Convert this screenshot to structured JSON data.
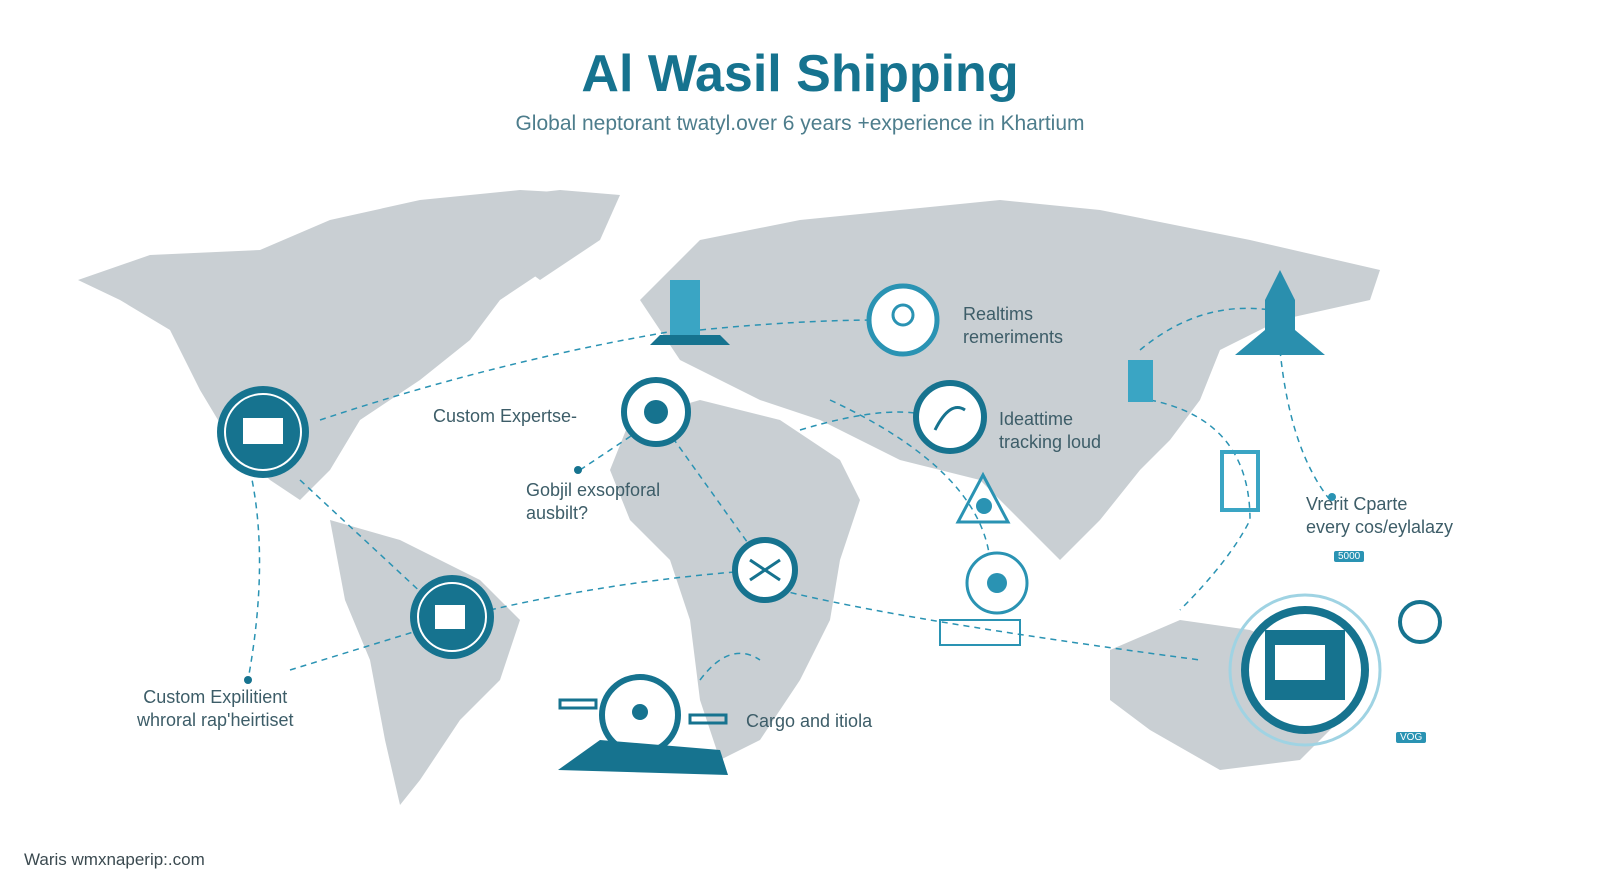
{
  "header": {
    "title": "Al Wasil Shipping",
    "subtitle": "Global neptorant twatyl.over 6 years +experience in Khartium"
  },
  "labels": {
    "custom_expertise": "Custom Expertse-",
    "global_1": "Gobjil exsopforal",
    "global_2": "ausbilt?",
    "realtime_1": "Realtims",
    "realtime_2": "remeriments",
    "tracking_1": "Ideattime",
    "tracking_2": "tracking loud",
    "vrerit_1": "Vrerit Cparte",
    "vrerit_2": "every cos/eylalazy",
    "expedient_1": "Custom Expilitient",
    "expedient_2": "whroral rap'heirtiset",
    "cargo": "Cargo and itiola"
  },
  "tags": {
    "top": "5000",
    "bottom": "VOG"
  },
  "footer": {
    "url": "Waris wmxnaperip:.com"
  },
  "colors": {
    "brand": "#16738f",
    "accent": "#2a93b3",
    "land": "#c9cfd3"
  }
}
